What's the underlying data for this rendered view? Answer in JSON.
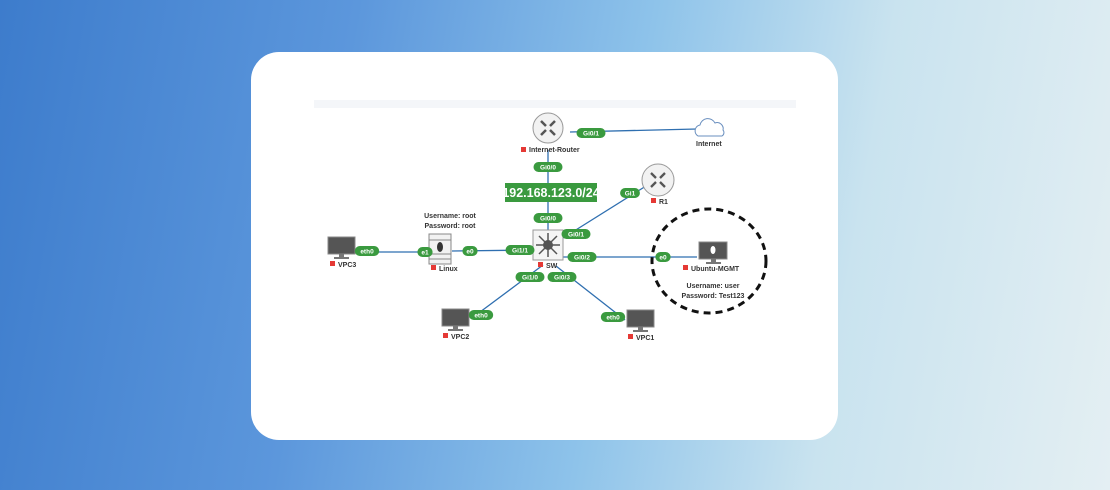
{
  "colors": {
    "link": "#2f6fb0",
    "badge": "#3a9a3f",
    "status": "#e53935"
  },
  "subnet": "192.168.123.0/24",
  "nodes": {
    "internet_router": "Internet-Router",
    "internet": "Internet",
    "r1": "R1",
    "sw": "SW",
    "linux": "Linux",
    "vpc3": "VPC3",
    "vpc2": "VPC2",
    "vpc1": "VPC1",
    "ubuntu": "Ubuntu-MGMT"
  },
  "notes": {
    "linux_user": "Username: root",
    "linux_pass": "Password: root",
    "ubuntu_user": "Username: user",
    "ubuntu_pass": "Password: Test123"
  },
  "ports": {
    "ir_gi01": "Gi0/1",
    "ir_gi00": "Gi0/0",
    "sw_gi00": "Gi0/0",
    "sw_gi01": "Gi0/1",
    "r1_gi1": "Gi1",
    "sw_gi02": "Gi0/2",
    "ub_e0": "e0",
    "sw_gi11": "Gi1/1",
    "linux_e0": "e0",
    "linux_e1": "e1",
    "vpc3_eth0": "eth0",
    "sw_gi10": "Gi1/0",
    "sw_gi03": "Gi0/3",
    "vpc2_eth0": "eth0",
    "vpc1_eth0": "eth0"
  }
}
